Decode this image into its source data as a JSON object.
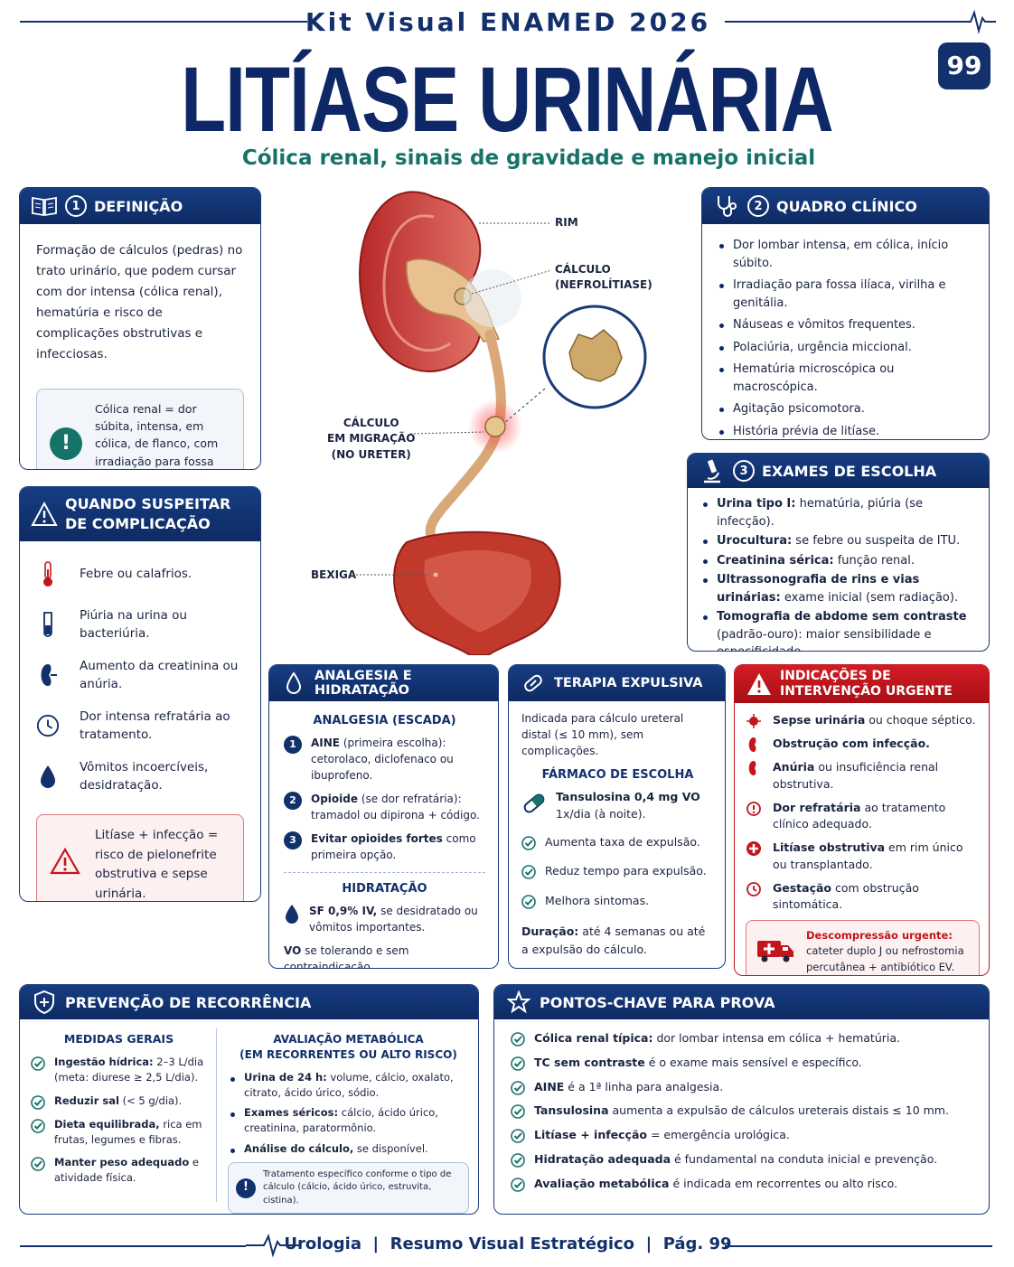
{
  "header": {
    "kit_title": "Kit Visual ENAMED 2026",
    "title": "LITÍASE URINÁRIA",
    "subtitle": "Cólica renal, sinais de gravidade e manejo inicial",
    "page_badge": "99"
  },
  "definicao": {
    "number": "1",
    "title": "DEFINIÇÃO",
    "text": "Formação de cálculos (pedras) no trato urinário, que podem cursar com dor intensa (cólica renal), hematúria e risco de complicações obstrutivas e infecciosas.",
    "note": "Cólica renal = dor súbita, intensa, em cólica, de flanco, com irradiação para fossa ilíaca e genitália."
  },
  "complicacao": {
    "title_line1": "QUANDO SUSPEITAR",
    "title_line2": "DE COMPLICAÇÃO",
    "items": [
      {
        "icon": "thermometer-icon",
        "text": "Febre ou calafrios."
      },
      {
        "icon": "test-tube-icon",
        "text": "Piúria na urina ou bacteriúria."
      },
      {
        "icon": "kidney-icon",
        "text": "Aumento da creatinina ou anúria."
      },
      {
        "icon": "clock-icon",
        "text": "Dor intensa refratária ao tratamento."
      },
      {
        "icon": "drop-icon",
        "text": "Vômitos incoercíveis, desidratação."
      }
    ],
    "warning": "Litíase + infecção = risco de pielonefrite obstrutiva e sepse urinária."
  },
  "anatomy": {
    "rim": "RIM",
    "calculo_line1": "CÁLCULO",
    "calculo_line2": "(NEFROLÍTIASE)",
    "migracao_line1": "CÁLCULO",
    "migracao_line2": "EM MIGRAÇÃO",
    "migracao_line3": "(NO URETER)",
    "bexiga": "BEXIGA"
  },
  "quadro": {
    "number": "2",
    "title": "QUADRO CLÍNICO",
    "items": [
      "Dor lombar intensa, em cólica, início súbito.",
      "Irradiação para fossa ilíaca, virilha e genitália.",
      "Náuseas e vômitos frequentes.",
      "Polaciúria, urgência miccional.",
      "Hematúria microscópica ou macroscópica.",
      "Agitação psicomotora.",
      "História prévia de litíase."
    ]
  },
  "exames": {
    "number": "3",
    "title": "EXAMES DE ESCOLHA",
    "items": [
      {
        "bold": "Urina tipo I:",
        "text": " hematúria, piúria (se infecção)."
      },
      {
        "bold": "Urocultura:",
        "text": " se febre ou suspeita de ITU."
      },
      {
        "bold": "Creatinina sérica:",
        "text": " função renal."
      },
      {
        "bold": "Ultrassonografia de rins e vias urinárias:",
        "text": " exame inicial (sem radiação)."
      },
      {
        "bold": "Tomografia de abdome sem contraste",
        "text": " (padrão-ouro): maior sensibilidade e especificidade."
      }
    ]
  },
  "analgesia": {
    "title": "ANALGESIA E HIDRATAÇÃO",
    "sub1": "ANALGESIA (ESCADA)",
    "steps": [
      {
        "n": "1",
        "bold": "AINE",
        "text": " (primeira escolha): cetorolaco, diclofenaco ou ibuprofeno."
      },
      {
        "n": "2",
        "bold": "Opioide",
        "text": " (se dor refratária): tramadol ou dipirona + código."
      },
      {
        "n": "3",
        "bold": "Evitar opioides fortes",
        "text": " como primeira opção."
      }
    ],
    "sub2": "HIDRATAÇÃO",
    "hid_bold": "SF 0,9% IV,",
    "hid_text": " se desidratado ou vômitos importantes.",
    "hid_line2_bold": "VO",
    "hid_line2_text": " se tolerando e sem contraindicação."
  },
  "terapia": {
    "title": "TERAPIA EXPULSIVA",
    "intro": "Indicada para cálculo ureteral distal (≤ 10 mm), sem complicações.",
    "sub": "FÁRMACO DE ESCOLHA",
    "drug_bold": "Tansulosina 0,4 mg VO",
    "drug_text": "1x/dia (à noite).",
    "benefits": [
      "Aumenta taxa de expulsão.",
      "Reduz tempo para expulsão.",
      "Melhora sintomas."
    ],
    "duracao_bold": "Duração:",
    "duracao_text": " até 4 semanas ou até a expulsão do cálculo."
  },
  "urgente": {
    "title_line1": "INDICAÇÕES DE",
    "title_line2": "INTERVENÇÃO URGENTE",
    "items": [
      {
        "bold": "Sepse urinária",
        "text": " ou choque séptico."
      },
      {
        "bold": "Obstrução com infecção.",
        "text": ""
      },
      {
        "bold": "Anúria",
        "text": " ou insuficiência renal obstrutiva."
      },
      {
        "bold": "Dor refratária",
        "text": " ao tratamento clínico adequado."
      },
      {
        "bold": "Litíase obstrutiva",
        "text": " em rim único ou transplantado."
      },
      {
        "bold": "Gestação",
        "text": " com obstrução sintomática."
      }
    ],
    "box_bold": "Descompressão urgente:",
    "box_text": "cateter duplo J ou nefrostomia percutânea + antibiótico EV."
  },
  "prevencao": {
    "title": "PREVENÇÃO DE RECORRÊNCIA",
    "col1_title": "MEDIDAS GERAIS",
    "col1_items": [
      {
        "bold": "Ingestão hídrica:",
        "text": " 2–3 L/dia (meta: diurese ≥ 2,5 L/dia)."
      },
      {
        "bold": "Reduzir sal",
        "text": " (< 5 g/dia)."
      },
      {
        "bold": "Dieta equilibrada,",
        "text": " rica em frutas, legumes e fibras."
      },
      {
        "bold": "Manter peso adequado",
        "text": " e atividade física."
      }
    ],
    "col2_title_line1": "AVALIAÇÃO METABÓLICA",
    "col2_title_line2": "(EM RECORRENTES OU ALTO RISCO)",
    "col2_items": [
      {
        "bold": "Urina de 24 h:",
        "text": " volume, cálcio, oxalato, citrato, ácido úrico, sódio."
      },
      {
        "bold": "Exames séricos:",
        "text": " cálcio, ácido úrico, creatinina, paratormônio."
      },
      {
        "bold": "Análise do cálculo,",
        "text": " se disponível."
      }
    ],
    "note": "Tratamento específico conforme o tipo de cálculo (cálcio, ácido úrico, estruvita, cistina)."
  },
  "pontos": {
    "title": "PONTOS-CHAVE PARA PROVA",
    "items": [
      {
        "bold": "Cólica renal típica:",
        "text": " dor lombar intensa em cólica + hematúria."
      },
      {
        "bold": "TC sem contraste",
        "text": " é o exame mais sensível e específico."
      },
      {
        "bold": "AINE",
        "text": " é a 1ª linha para analgesia."
      },
      {
        "bold": "Tansulosina",
        "text": " aumenta a expulsão de cálculos ureterais distais ≤ 10 mm."
      },
      {
        "bold": "Litíase + infecção",
        "text": " = emergência urológica."
      },
      {
        "bold": "Hidratação adequada",
        "text": " é fundamental na conduta inicial e prevenção."
      },
      {
        "bold": "Avaliação metabólica",
        "text": " é indicada em recorrentes ou alto risco."
      }
    ]
  },
  "footer": {
    "text": "Urologia  |  Resumo Visual Estratégico  |  Pág. 99"
  },
  "colors": {
    "navy": "#12306b",
    "teal": "#17726a",
    "red": "#c3151c"
  }
}
